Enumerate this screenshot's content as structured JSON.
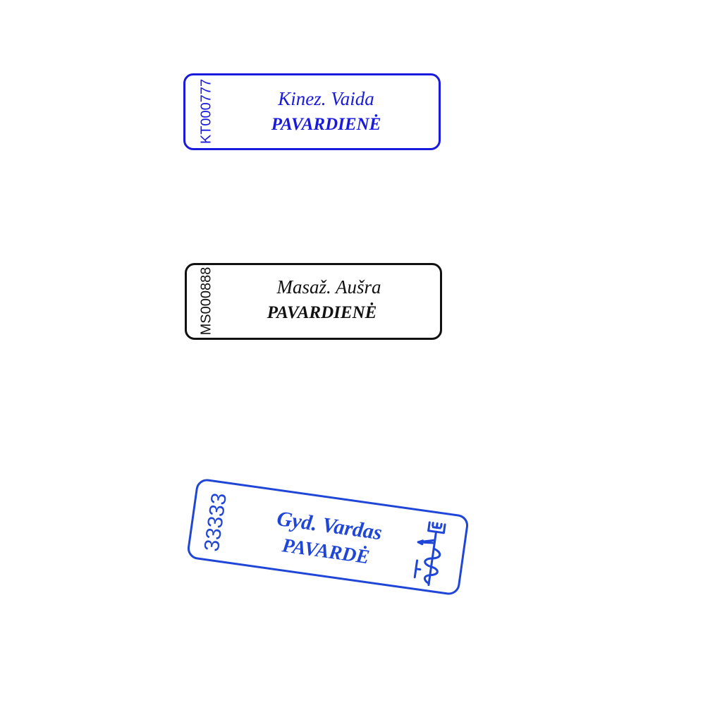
{
  "stamps": [
    {
      "code": "KT000777",
      "line1": "Kinez. Vaida",
      "line2": "PAVARDIENĖ",
      "color": "#1a1adc"
    },
    {
      "code": "MS000888",
      "line1": "Masaž. Aušra",
      "line2": "PAVARDIENĖ",
      "color": "#111111"
    },
    {
      "code": "33333",
      "line1": "Gyd. Vardas",
      "line2": "PAVARDĖ",
      "color": "#1f46d6",
      "emblem": "caduceus-tower-emblem"
    }
  ]
}
